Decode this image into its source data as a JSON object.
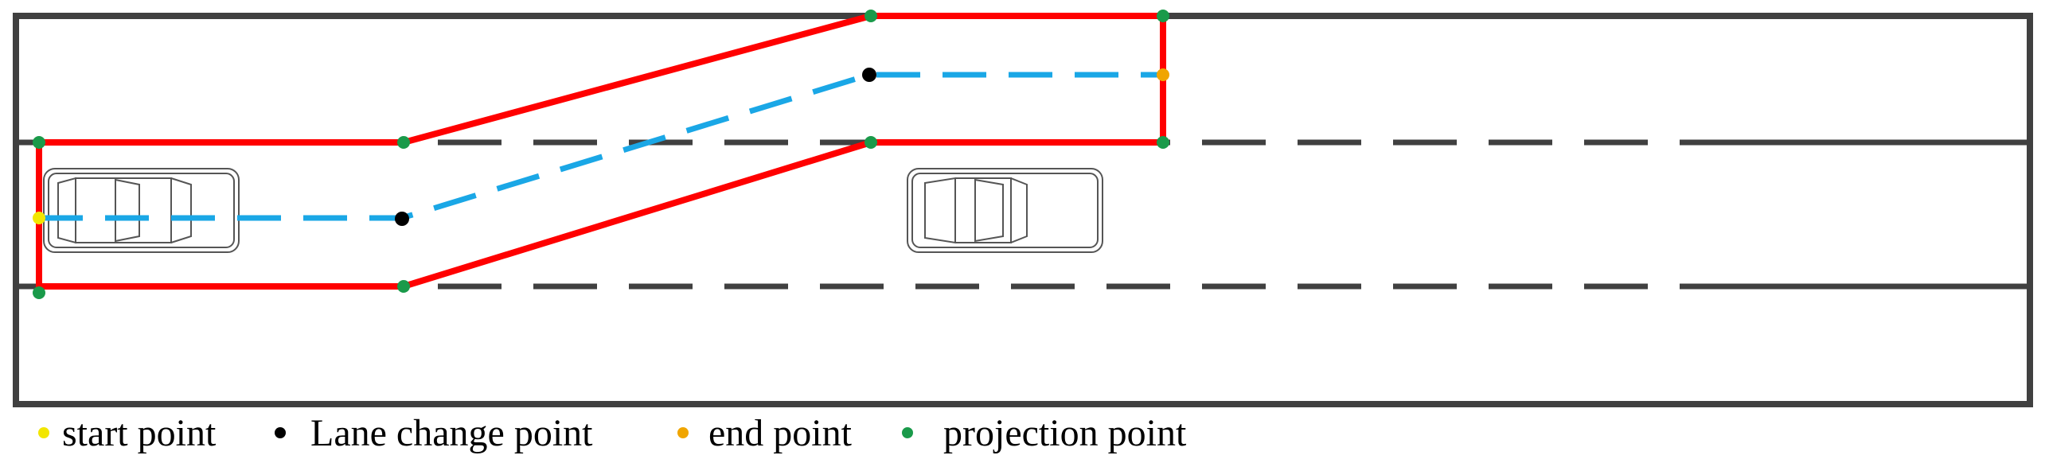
{
  "legend": {
    "items": [
      {
        "label": "start point",
        "color": "#f2e600"
      },
      {
        "label": "Lane change point",
        "color": "#000000"
      },
      {
        "label": "end point",
        "color": "#f0a500"
      },
      {
        "label": "projection point",
        "color": "#1a9a4a"
      }
    ]
  },
  "colors": {
    "road_border": "#404040",
    "lane_marking": "#404040",
    "boundary": "#ff0000",
    "trajectory": "#1aa7e6",
    "car_outline": "#555555"
  }
}
